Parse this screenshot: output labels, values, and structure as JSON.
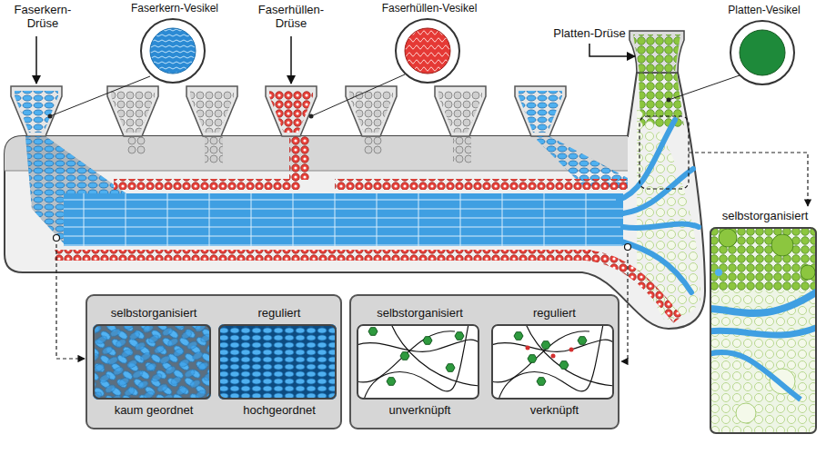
{
  "diagram": {
    "nodes": [
      {
        "text": [
          "Faserkern-Vesikel"
        ]
      },
      {
        "text": [
          "Faserhüllen-Vesikel"
        ]
      },
      {
        "text": [
          "Platten-Vesikel"
        ]
      },
      {
        "text": [
          "selbstorganisiert"
        ]
      },
      {
        "text": [
          "selbstorganisiert",
          "kaum geordnet"
        ]
      },
      {
        "text": [
          "reguliert",
          "hochgeordnet"
        ]
      },
      {
        "text": [
          "selbstorganisiert",
          "unverknüpft"
        ]
      },
      {
        "text": [
          "reguliert",
          "verknüpft"
        ]
      }
    ],
    "labels": [
      "Faserkern- Drüse",
      "Faserhüllen- Drüse",
      "Platten-Drüse"
    ]
  }
}
